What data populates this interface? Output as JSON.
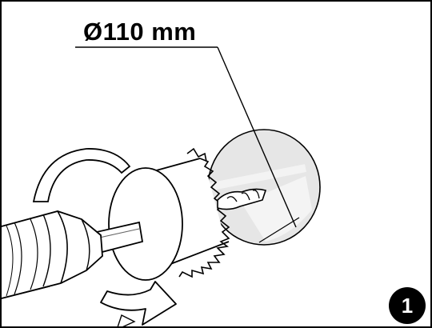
{
  "figure": {
    "dimension_label": "Ø110 mm",
    "step_number": "1"
  },
  "colors": {
    "line": "#000000",
    "hole_fill": "#e6e6e6",
    "background": "#ffffff"
  },
  "icons": [
    "hole-saw",
    "drill-chuck",
    "drill-bit",
    "rotation-arrow"
  ]
}
